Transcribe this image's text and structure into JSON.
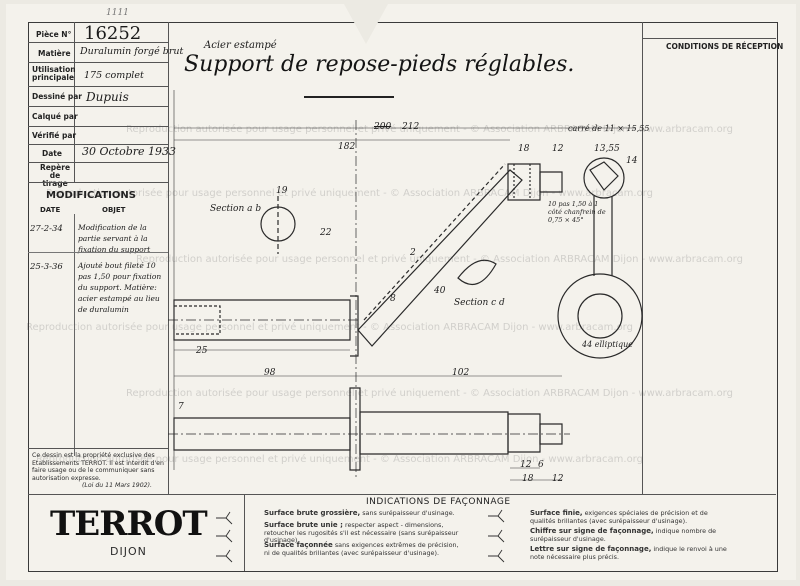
{
  "title_block": {
    "piece_label": "Pièce N°",
    "piece_number": "16252",
    "stamp": "1111",
    "matiere_label": "Matière",
    "matiere_value": "Duralumin forgé brut",
    "matiere_note": "Acier estampé",
    "utilisation_label": "Utilisation principale",
    "utilisation_value": "175 complet",
    "dessine_label": "Dessiné par",
    "dessine_value": "Dupuis",
    "calque_label": "Calqué par",
    "verifie_label": "Vérifié par",
    "date_label": "Date",
    "date_value": "30 Octobre 1933",
    "repere_label": "Repère de tirage"
  },
  "drawing_title": "Support de repose-pieds réglables.",
  "conditions_label": "CONDITIONS DE RÉCEPTION",
  "modifications": {
    "heading": "MODIFICATIONS",
    "col_date": "DATE",
    "col_object": "OBJET",
    "rows": [
      {
        "date": "27-2-34",
        "text": "Modification de la partie servant à la fixation du support"
      },
      {
        "date": "25-3-36",
        "text": "Ajouté bout fileté 10 pas 1,50 pour fixation du support. Matière: acier estampé au lieu de duralumin"
      }
    ]
  },
  "notice": {
    "text": "Ce dessin est la propriété exclusive des Etablissements TERROT. Il est interdit d'en faire usage ou de le communiquer sans autorisation expresse.",
    "law": "(Loi du 11 Mars 1902)."
  },
  "brand": {
    "name": "TERROT",
    "city": "DIJON"
  },
  "indications": {
    "heading": "INDICATIONS DE FAÇONNAGE",
    "items": [
      {
        "title": "Surface brute grossière,",
        "desc": "sans surépaisseur d'usinage."
      },
      {
        "title": "Surface brute unie ;",
        "desc": "respecter aspect - dimensions, retoucher les rugosités s'il est nécessaire (sans surépaisseur d'usinage)."
      },
      {
        "title": "Surface façonnée",
        "desc": "sans exigences extrêmes de précision, ni de qualités brillantes (avec surépaisseur d'usinage)."
      },
      {
        "title": "Surface finie,",
        "desc": "exigences spéciales de précision et de qualités brillantes (avec surépaisseur d'usinage)."
      },
      {
        "title": "Chiffre sur signe de façonnage,",
        "desc": "indique nombre de surépaisseur d'usinage."
      },
      {
        "title": "Lettre sur signe de façonnage,",
        "desc": "indique le renvoi à une note nécessaire plus précis."
      }
    ]
  },
  "drawing_labels": {
    "section_ab": "Section a b",
    "section_cd": "Section c d",
    "carre": "carré de 11 × 15,55",
    "chanfrein": "10 pas 1,50 à 1 côté chanfrein de 0,75 × 45°",
    "ellipse": "44 elliptique",
    "dims": [
      "182",
      "200",
      "212",
      "18",
      "12",
      "98",
      "102",
      "25",
      "19",
      "22",
      "7",
      "12",
      "6",
      "18",
      "12",
      "13,55",
      "14",
      "40",
      "2",
      "8"
    ]
  },
  "watermark": "Reproduction autorisée pour usage personnel et privé uniquement - © Association ARBRACAM Dijon - www.arbracam.org"
}
